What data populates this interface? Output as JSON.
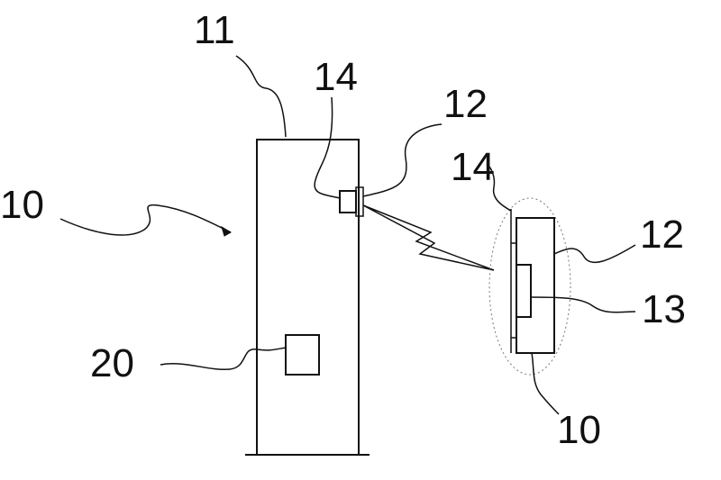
{
  "reference_numerals": {
    "cabinet_top": "11",
    "sensor_top": "14",
    "module_top": "12",
    "device_left": "10",
    "panel_box": "20",
    "sensor_detail": "14",
    "module_detail": "12",
    "component_detail": "13",
    "device_detail": "10"
  }
}
